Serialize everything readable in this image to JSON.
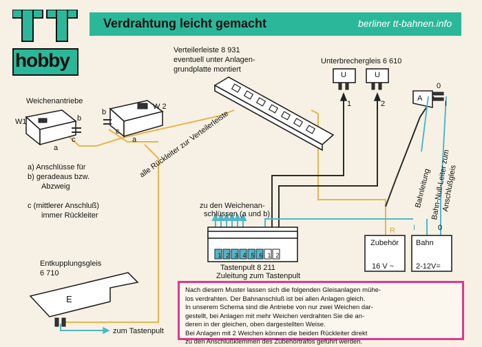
{
  "header": {
    "logo_top": "TT",
    "logo_bottom": "hobby",
    "title": "Verdrahtung leicht gemacht",
    "url": "berliner tt-bahnen.info"
  },
  "labels": {
    "weichenantriebe": "Weichenantriebe",
    "w1": "W1",
    "w2": "W 2",
    "a1": "a",
    "b1": "b",
    "c1": "c",
    "a2": "a",
    "b2": "b",
    "c2": "c",
    "verteilerleiste_1": "Verteilerleiste 8 931",
    "verteilerleiste_2": "eventuell unter Anlagen-",
    "verteilerleiste_3": "grundplatte montiert",
    "unterbrechergleis": "Unterbrechergleis 6 610",
    "u1": "U",
    "u2": "U",
    "arrow1": "1",
    "arrow2": "2",
    "track_zero": "0",
    "track_a": "A",
    "track_i": "I",
    "rueckleiter": "alle Rückleiter zur Verteilerleiste",
    "legend_ab_1": "a)  Anschlüsse für",
    "legend_ab_2": "b)  geradeaus bzw.",
    "legend_ab_3": "Abzweig",
    "legend_c_1": "c   (mittlerer Anschluß)",
    "legend_c_2": "immer Rückleiter",
    "weichen_anschl_1": "zu den Weichenan-",
    "weichen_anschl_2": "schlüssen (a und b)",
    "tastenpult_1": "Tastenpult  8  211",
    "tastenpult_2": "Zuleitung zum Tastenpult",
    "entkupplung_1": "Entkupplungsgleis",
    "entkupplung_2": "6  710",
    "entkupplung_e": "E",
    "zum_tastenpult": "zum Tastenpult",
    "zubehoer": "Zubehör",
    "zubehoer_v": "16 V ~",
    "bahn": "Bahn",
    "bahn_v": "2-12V=",
    "trafo_r": "R",
    "trafo_i": "I",
    "trafo_0": "0",
    "bahnleitung": "Bahnleitung",
    "bahn_null": "Bahn-Null-Leiter zum",
    "anschlussgleis": "Anschlußgleis",
    "keys": [
      "1",
      "2",
      "3",
      "4",
      "5",
      "6",
      "1",
      "2"
    ]
  },
  "note": {
    "line1": "Nach diesem Muster lassen sich die folgenden Gleisanlagen mühe-",
    "line2": "los verdrahten. Der Bahnanschluß ist bei allen Anlagen gleich.",
    "line3": "In unserem Schema sind die Antriebe von nur zwei Weichen dar-",
    "line4": "gestellt, bei Anlagen mit mehr Weichen verdrahten Sie die an-",
    "line5": "deren in der gleichen, oben dargestellten Weise.",
    "line6": "Bei Anlagen mit 2 Weichen können die beiden Rückleiter direkt",
    "line7": "zu den Anschlußklemmen des Zubehörtrafos geführt werden."
  },
  "colors": {
    "banner": "#2bb89a",
    "logo_green": "#2bb89a",
    "wire_black": "#2a2a2a",
    "wire_yellow": "#e8b548",
    "wire_cyan": "#4fb7c9",
    "note_border": "#e0368f"
  }
}
